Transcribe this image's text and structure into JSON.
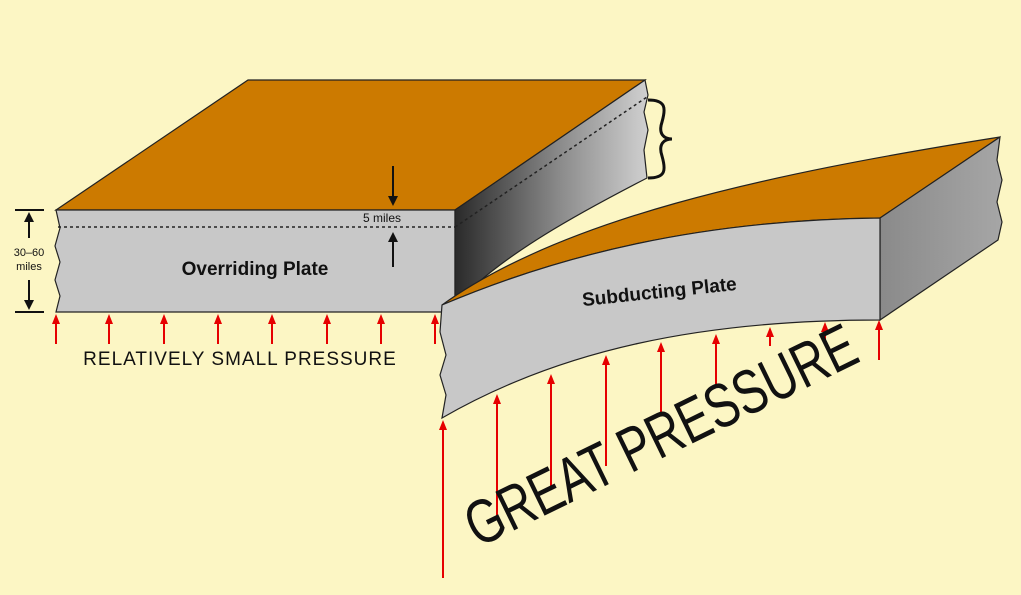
{
  "diagram": {
    "plates": {
      "overriding_label": "Overriding Plate",
      "subducting_label": "Subducting Plate"
    },
    "dimensions": {
      "thickness_value": "30–60",
      "thickness_unit": "miles",
      "layer_label": "5 miles"
    },
    "pressure": {
      "small_label": "RELATIVELY SMALL PRESSURE",
      "great_label": "GREAT PRESSURE"
    },
    "colors": {
      "background": "#fcf6c4",
      "plate_top": "#cc7a00",
      "plate_side": "#c8c8c8",
      "arrow": "#e60000"
    }
  }
}
